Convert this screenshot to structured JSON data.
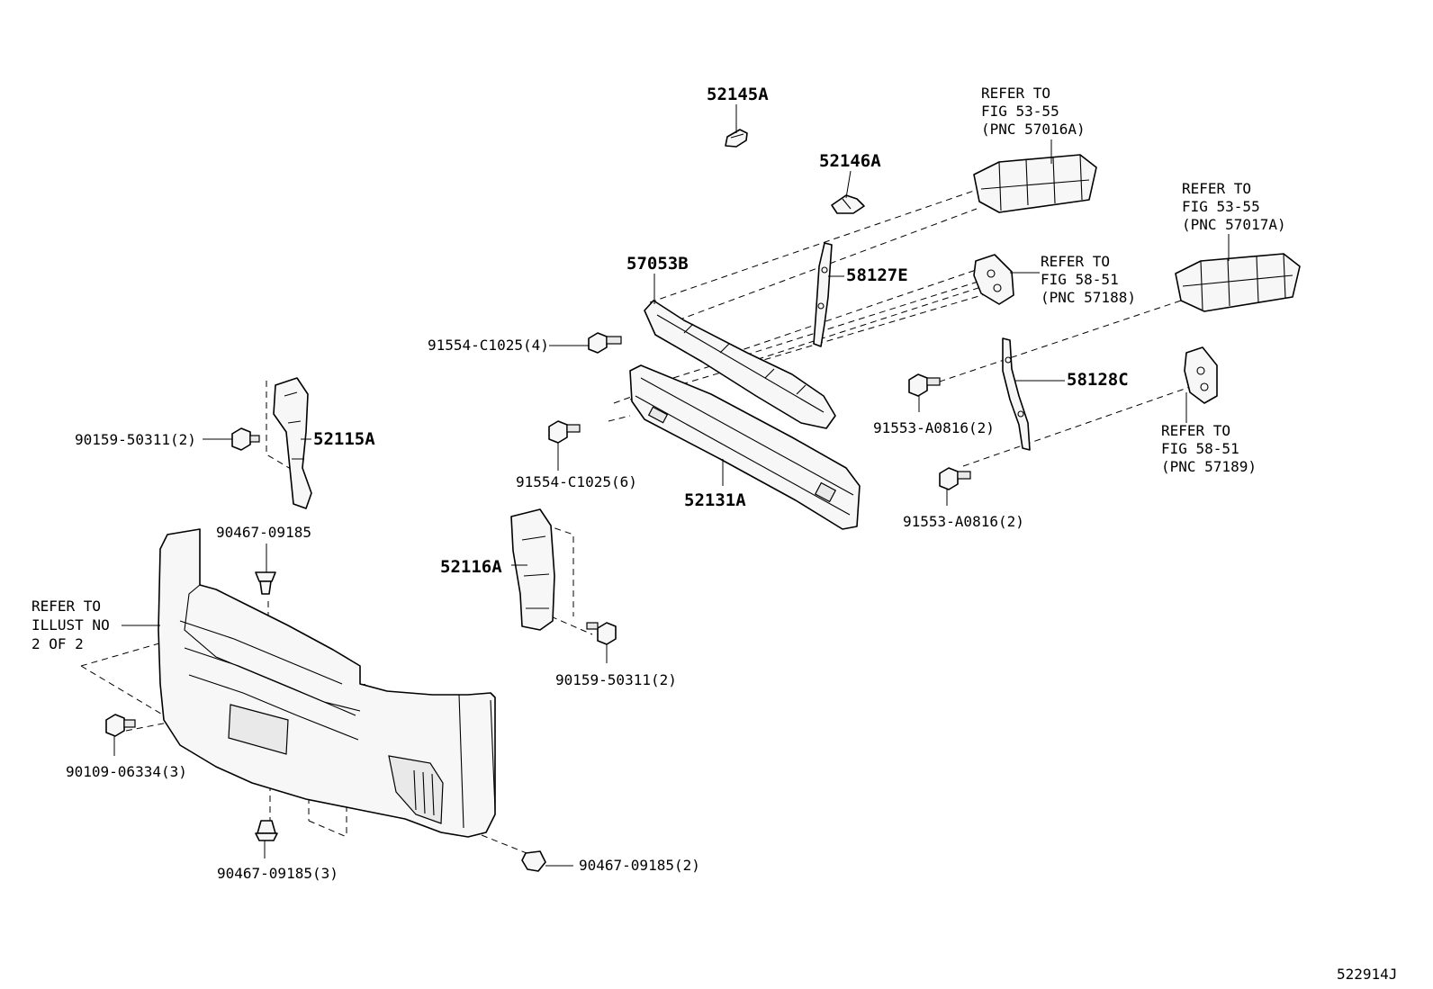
{
  "labels": {
    "p52145a": "52145A",
    "p52146a": "52146A",
    "p57053b": "57053B",
    "p58127e": "58127E",
    "p58128c": "58128C",
    "p52131a": "52131A",
    "p52115a": "52115A",
    "p52116a": "52116A",
    "bolt_91554_4": "91554-C1025(4)",
    "bolt_91554_6": "91554-C1025(6)",
    "bolt_91553_top": "91553-A0816(2)",
    "bolt_91553_bot": "91553-A0816(2)",
    "screw_90159_left": "90159-50311(2)",
    "screw_90159_right": "90159-50311(2)",
    "clip_90467_top": "90467-09185",
    "clip_90467_bot": "90467-09185(3)",
    "clip_90467_right": "90467-09185(2)",
    "bolt_90109": "90109-06334(3)"
  },
  "references": {
    "ref_57016a": [
      "REFER TO",
      "FIG 53-55",
      "(PNC 57016A)"
    ],
    "ref_57017a": [
      "REFER TO",
      "FIG 53-55",
      "(PNC 57017A)"
    ],
    "ref_57188": [
      "REFER TO",
      "FIG 58-51",
      "(PNC 57188)"
    ],
    "ref_57189": [
      "REFER TO",
      "FIG 58-51",
      "(PNC 57189)"
    ],
    "ref_illust": [
      "REFER TO",
      "ILLUST NO",
      "2 OF 2"
    ]
  },
  "illustration_id": "522914J"
}
